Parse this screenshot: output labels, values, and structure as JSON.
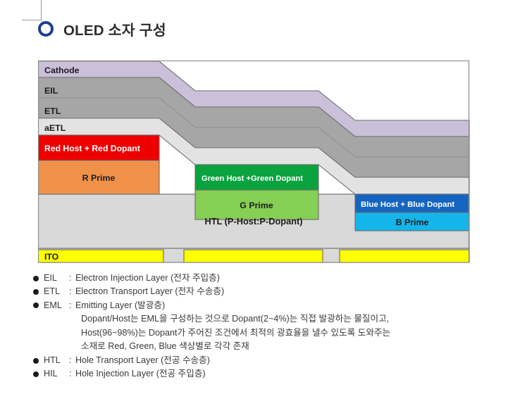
{
  "title": {
    "text": "OLED 소자 구성",
    "bullet_icon": "ring-icon",
    "accent_color": "#1b3f8f"
  },
  "diagram": {
    "name": "oled-device-stack-diagram",
    "layers": {
      "cathode": {
        "label": "Cathode",
        "color": "#cbc0da"
      },
      "eil": {
        "label": "EIL",
        "color": "#a6a6a6"
      },
      "etl": {
        "label": "ETL",
        "color": "#a6a6a6"
      },
      "aetl": {
        "label": "aETL",
        "color": "#e3e3e3"
      },
      "htl": {
        "label": "HTL (P-Host:P-Dopant)",
        "color": "#d9d9d9"
      },
      "ito": {
        "label": "ITO",
        "color": "#ffff00"
      }
    },
    "emitters": [
      {
        "id": "red",
        "host_label": "Red Host + Red Dopant",
        "host_color": "#ee0000",
        "host_text_color": "#ffffff",
        "prime_label": "R Prime",
        "prime_color": "#f0914a",
        "prime_text_color": "#1c1c1c"
      },
      {
        "id": "green",
        "host_label": "Green Host +Green Dopant",
        "host_color": "#0aa33f",
        "host_text_color": "#ffffff",
        "prime_label": "G Prime",
        "prime_color": "#85cf55",
        "prime_text_color": "#1c1c1c"
      },
      {
        "id": "blue",
        "host_label": "Blue Host + Blue Dopant",
        "host_color": "#1565c0",
        "host_text_color": "#ffffff",
        "prime_label": "B Prime",
        "prime_color": "#13b5ea",
        "prime_text_color": "#1c1c1c"
      }
    ]
  },
  "legend": {
    "items": [
      {
        "key": "EIL",
        "sep": ":",
        "desc": "Electron Injection Layer (전자 주입층)"
      },
      {
        "key": "ETL",
        "sep": ":",
        "desc": "Electron Transport Layer (전자 수송층)"
      },
      {
        "key": "EML",
        "sep": ":",
        "desc": "Emitting Layer (발광층)"
      },
      {
        "key": "HTL",
        "sep": ":",
        "desc": "Hole Transport Layer (전공 수송층)"
      },
      {
        "key": "HIL",
        "sep": ":",
        "desc": "Hole Injection Layer (전공 주입층)"
      }
    ],
    "eml_note": [
      "Dopant/Host는 EML을 구성하는 것으로 Dopant(2~4%)는 직접 발광하는 물질이고,",
      "Host(96~98%)는 Dopant가 주어진 조건에서 최적의 광효율을 낼수 있도록 도와주는",
      "소재로 Red, Green, Blue 색상별로 각각 존재"
    ]
  }
}
